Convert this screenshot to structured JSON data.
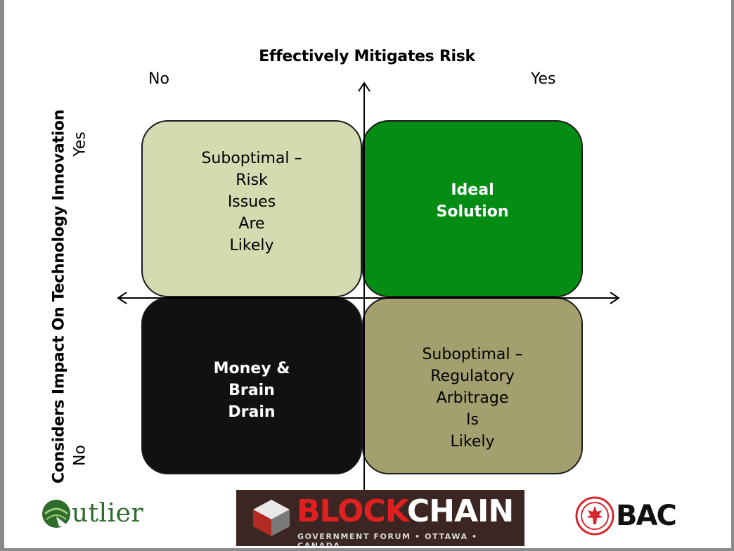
{
  "diagram": {
    "x_axis_title": "Effectively Mitigates Risk",
    "x_axis_low": "No",
    "x_axis_high": "Yes",
    "y_axis_title": "Considers Impact On Technology Innovation",
    "y_axis_high": "Yes",
    "y_axis_low": "No",
    "quadrants": {
      "top_left": "Suboptimal –\nRisk\nIssues\nAre\nLikely",
      "top_right": "Ideal\nSolution",
      "bottom_left": "Money &\nBrain\nDrain",
      "bottom_right": "Suboptimal –\nRegulatory\nArbitrage\nIs\nLikely"
    },
    "colors": {
      "top_left": "#d3dbb0",
      "top_right": "#048c14",
      "bottom_left": "#111111",
      "bottom_right": "#a39f6f"
    }
  },
  "logos": {
    "outlier": "utlier",
    "blockchain_part1": "BLOCK",
    "blockchain_part2": "CHAIN",
    "blockchain_subtitle": "GOVERNMENT FORUM • OTTAWA • CANADA",
    "bac": "BAC"
  }
}
